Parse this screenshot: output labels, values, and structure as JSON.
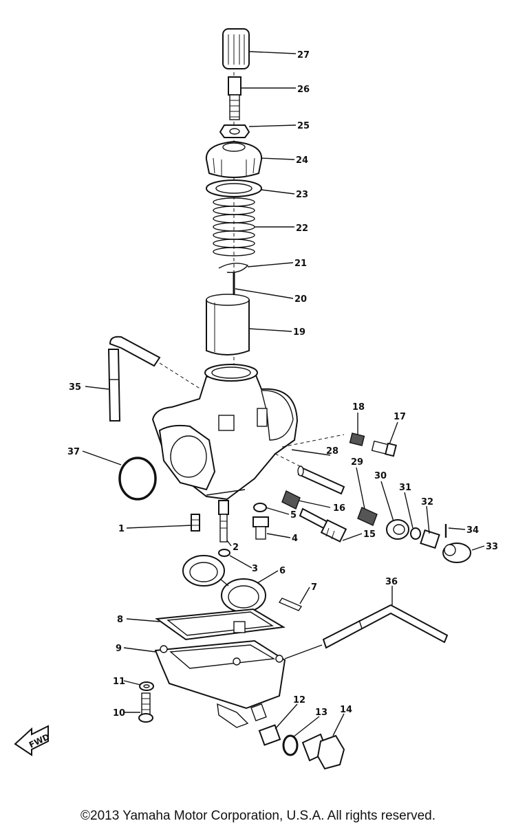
{
  "diagram": {
    "callouts": [
      "1",
      "2",
      "3",
      "4",
      "5",
      "6",
      "7",
      "8",
      "9",
      "10",
      "11",
      "12",
      "13",
      "14",
      "15",
      "16",
      "17",
      "18",
      "19",
      "20",
      "21",
      "22",
      "23",
      "24",
      "25",
      "26",
      "27",
      "28",
      "29",
      "30",
      "31",
      "32",
      "33",
      "34",
      "35",
      "36",
      "37"
    ],
    "fwd_label": "FWD"
  },
  "footer": {
    "copyright": "©2013 Yamaha Motor Corporation, U.S.A. All rights reserved."
  }
}
